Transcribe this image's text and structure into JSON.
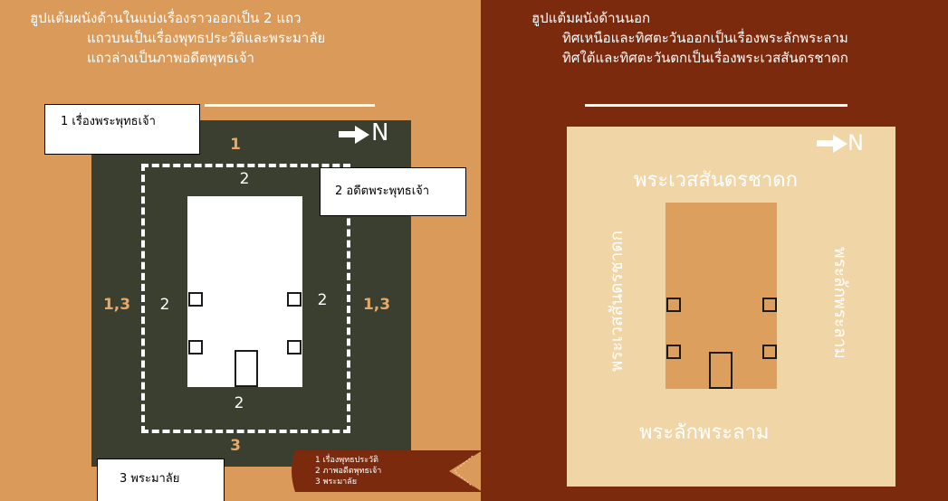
{
  "left": {
    "title_lines": [
      "ฮูปแต้มผนังด้านในแบ่งเรื่องราวออกเป็น 2 แถว",
      "แถวบนเป็นเรื่องพุทธประวัติและพระมาลัย",
      "แถวล่างเป็นภาพอดีตพุทธเจ้า"
    ],
    "north_label": "N",
    "zone_labels": {
      "top": "1",
      "left": "1,3",
      "right": "1,3",
      "bottom": "3",
      "inner_top": "2",
      "inner_left": "2",
      "inner_right": "2",
      "inner_bottom": "2"
    },
    "callouts": {
      "story1": "1 เรื่องพระพุทธเจ้า",
      "story2": "2 อดีตพระพุทธเจ้า",
      "story3": "3 พระมาลัย"
    },
    "ribbon_lines": [
      "1 เรื่องพุทธประวัติ",
      "2 ภาพอดีตพุทธเจ้า",
      "3 พระมาลัย"
    ]
  },
  "right": {
    "title_lines": [
      "ฮูปแต้มผนังด้านนอก",
      "ทิศเหนือและทิศตะวันออกเป็นเรื่องพระลักพระลาม",
      "ทิศใต้และทิศตะวันตกเป็นเรื่องพระเวสสันดรชาดก"
    ],
    "north_label": "N",
    "top_label": "พระเวสสันดรชาดก",
    "bottom_label": "พระลักพระลาม",
    "left_label": "พระเวสสันดรชาดก",
    "right_label": "พระลักพระลาม"
  },
  "colors": {
    "left_bg": "#d99a5a",
    "right_bg": "#7b2a0e",
    "board": "#3b3f30",
    "accent_number": "#e9a867",
    "right_board": "#f0d6a6",
    "right_inner": "#dd9f5d"
  }
}
